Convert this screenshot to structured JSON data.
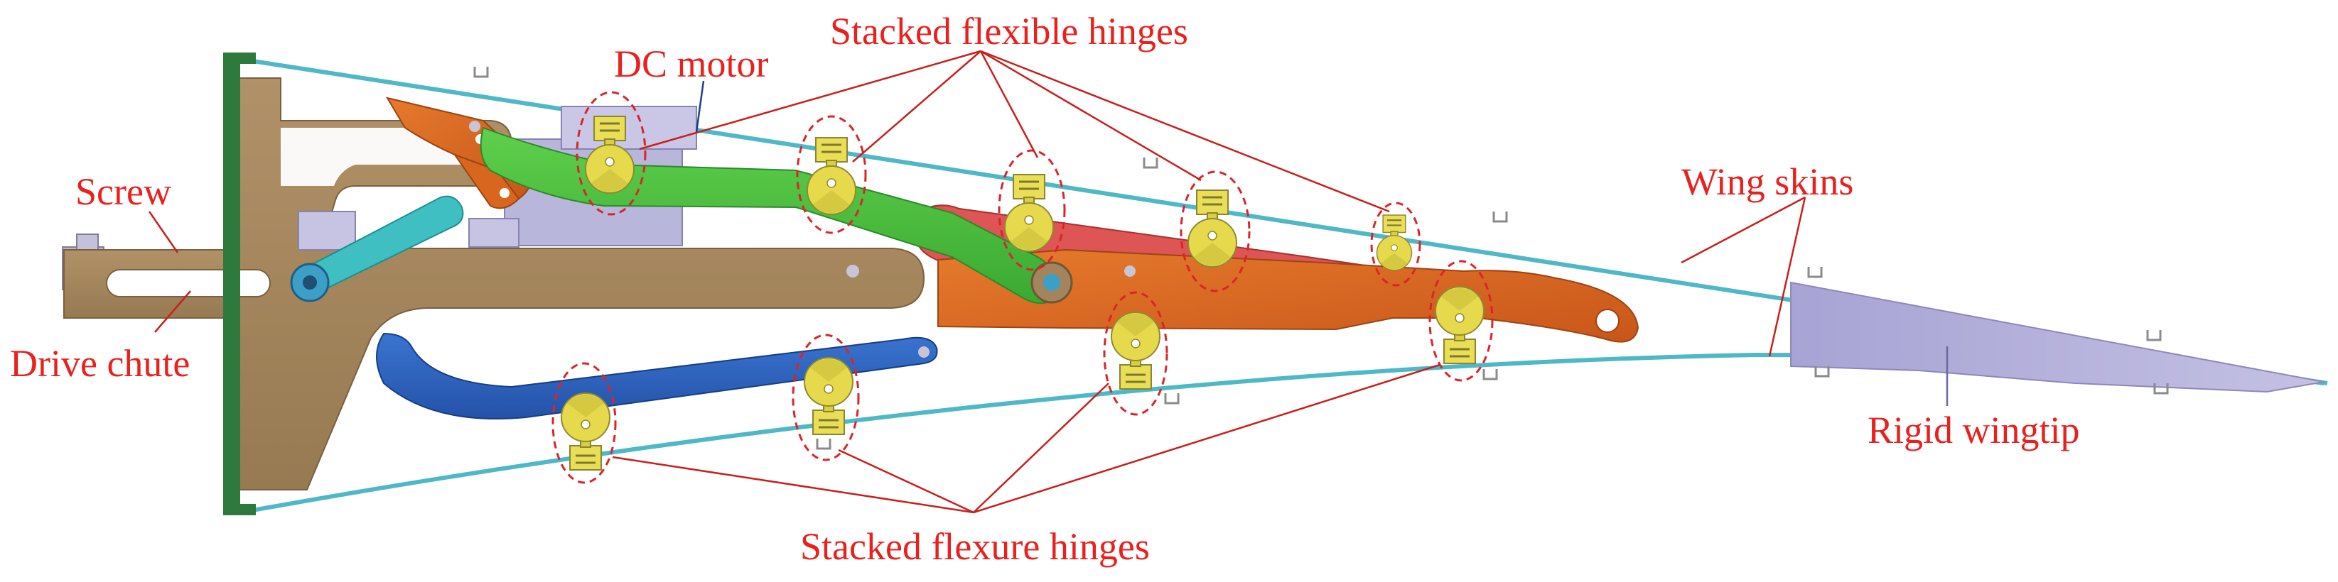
{
  "labels": {
    "stacked_flexible_hinges": "Stacked flexible hinges",
    "dc_motor": "DC motor",
    "screw": "Screw",
    "drive_chute": "Drive chute",
    "wing_skins": "Wing skins",
    "rigid_wingtip": "Rigid wingtip",
    "stacked_flexure_hinges": "Stacked flexure hinges"
  },
  "colors": {
    "label_text": "#e8211e",
    "leader_line": "#c8201c",
    "hinge_highlight": "#d9252a",
    "skin": "#4fb8c6",
    "frame": "#a3845c",
    "front_spar": "#2e7a3c",
    "green_link": "#4cbf3e",
    "cyan_link": "#3fbfc2",
    "blue_link": "#2f64c0",
    "orange_link": "#d8661f",
    "red_link": "#dd5554",
    "hinge": "#e3d84a",
    "motor": "#b4b2d6",
    "wingtip": "#aaa7d6"
  }
}
